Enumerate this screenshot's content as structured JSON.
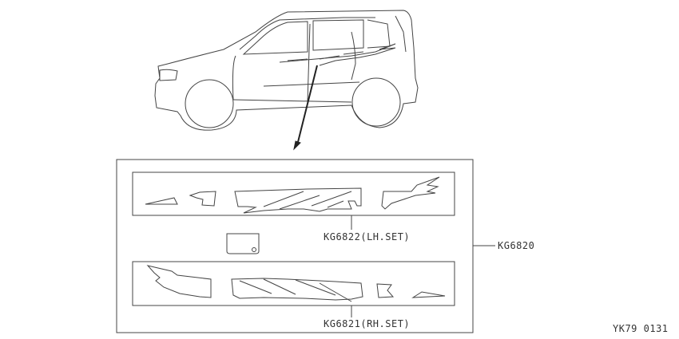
{
  "diagram": {
    "type": "parts-illustration",
    "subject": "Vehicle side body stripe decal set",
    "callouts": {
      "assembly": "KG6820",
      "lh_set": "KG6822(LH.SET)",
      "rh_set": "KG6821(RH.SET)"
    },
    "figure_code": "YK79 0131",
    "colors": {
      "line": "#333333",
      "background": "#ffffff"
    }
  }
}
